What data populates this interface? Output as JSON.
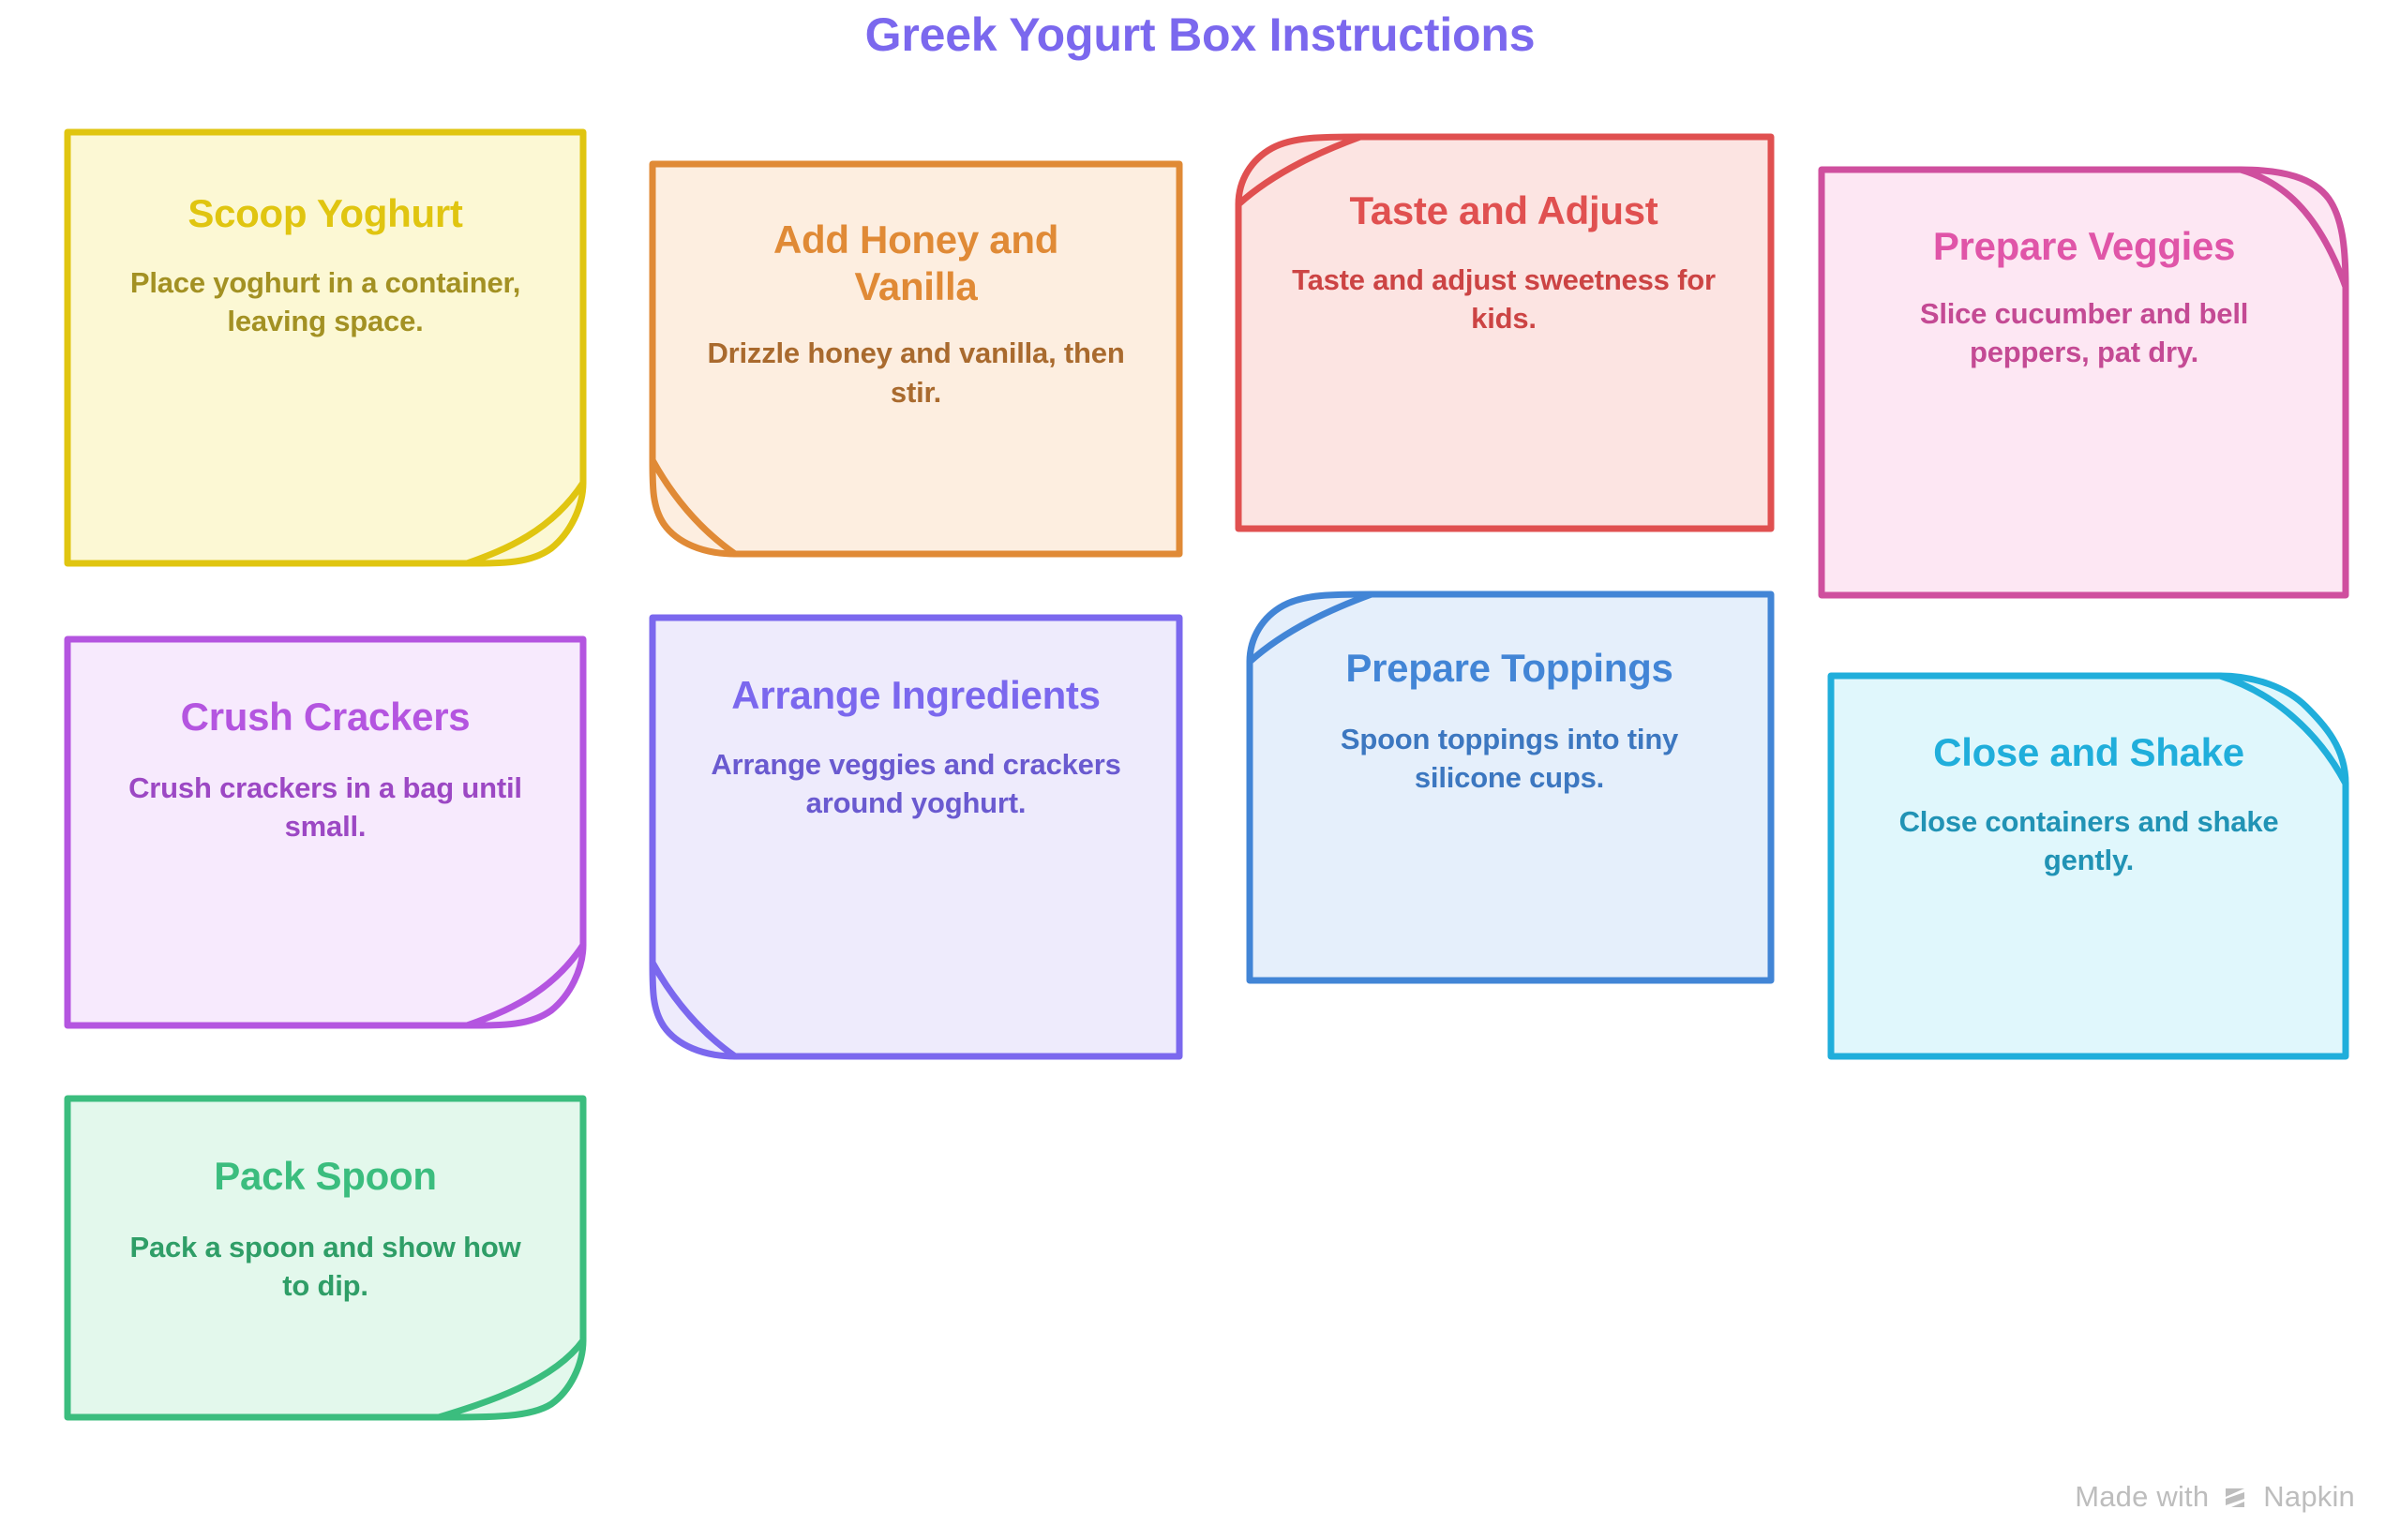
{
  "page": {
    "title": "Greek Yogurt Box Instructions",
    "title_color": "#7b68ee",
    "background": "#ffffff"
  },
  "watermark": {
    "prefix": "Made with",
    "brand": "Napkin",
    "logo_icon": "napkin-chevron-logo",
    "color": "#bdbdbd"
  },
  "cards": [
    {
      "id": "scoop-yoghurt",
      "title": "Scoop Yoghurt",
      "body": "Place yoghurt in a container, leaving space.",
      "border_color": "#e0c510",
      "fill_color": "#fcf8d4",
      "title_color": "#e0c510",
      "body_color": "#a39123",
      "curl": "bottom-right"
    },
    {
      "id": "add-honey-and-vanilla",
      "title": "Add Honey and Vanilla",
      "body": "Drizzle honey and vanilla, then stir.",
      "border_color": "#e08a36",
      "fill_color": "#fdeee0",
      "title_color": "#e08a36",
      "body_color": "#a96a2e",
      "curl": "bottom-left"
    },
    {
      "id": "taste-and-adjust",
      "title": "Taste and Adjust",
      "body": "Taste and adjust sweetness for kids.",
      "border_color": "#e05050",
      "fill_color": "#fce4e2",
      "title_color": "#e05050",
      "body_color": "#cc4444",
      "curl": "top-left"
    },
    {
      "id": "prepare-veggies",
      "title": "Prepare Veggies",
      "body": "Slice cucumber and bell peppers, pat dry.",
      "border_color": "#d martinez",
      "fill_color": "#fde7f3",
      "title_color": "#e055a8",
      "body_color": "#c44a94",
      "curl": "top-right-soft"
    },
    {
      "id": "crush-crackers",
      "title": "Crush Crackers",
      "body": "Crush crackers in a bag until small.",
      "border_color": "#b455e0",
      "fill_color": "#f7eafd",
      "title_color": "#b455e0",
      "body_color": "#9c48c4",
      "curl": "bottom-right"
    },
    {
      "id": "arrange-ingredients",
      "title": "Arrange Ingredients",
      "body": "Arrange veggies and crackers around yoghurt.",
      "border_color": "#7b68ee",
      "fill_color": "#eeebfc",
      "title_color": "#7b68ee",
      "body_color": "#6a5ad0",
      "curl": "bottom-left"
    },
    {
      "id": "prepare-toppings",
      "title": "Prepare Toppings",
      "body": "Spoon toppings into tiny silicone cups.",
      "border_color": "#4285d6",
      "fill_color": "#e5effb",
      "title_color": "#4285d6",
      "body_color": "#3c77c0",
      "curl": "top-left"
    },
    {
      "id": "close-and-shake",
      "title": "Close and Shake",
      "body": "Close containers and shake gently.",
      "border_color": "#20aedb",
      "fill_color": "#e0f7fc",
      "title_color": "#20aedb",
      "body_color": "#2193b5",
      "curl": "top-right"
    },
    {
      "id": "pack-spoon",
      "title": "Pack Spoon",
      "body": "Pack a spoon and show how to dip.",
      "border_color": "#3bbd7e",
      "fill_color": "#e3f8ec",
      "title_color": "#3bbd7e",
      "body_color": "#2f9e67",
      "curl": "bottom-right"
    }
  ]
}
